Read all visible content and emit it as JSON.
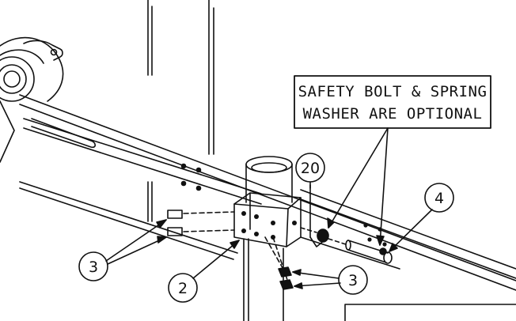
{
  "note": {
    "line1": "SAFETY BOLT & SPRING",
    "line2": "WASHER ARE OPTIONAL"
  },
  "callouts": {
    "c20": "20",
    "c4": "4",
    "c3_left": "3",
    "c2": "2",
    "c3_right": "3"
  }
}
